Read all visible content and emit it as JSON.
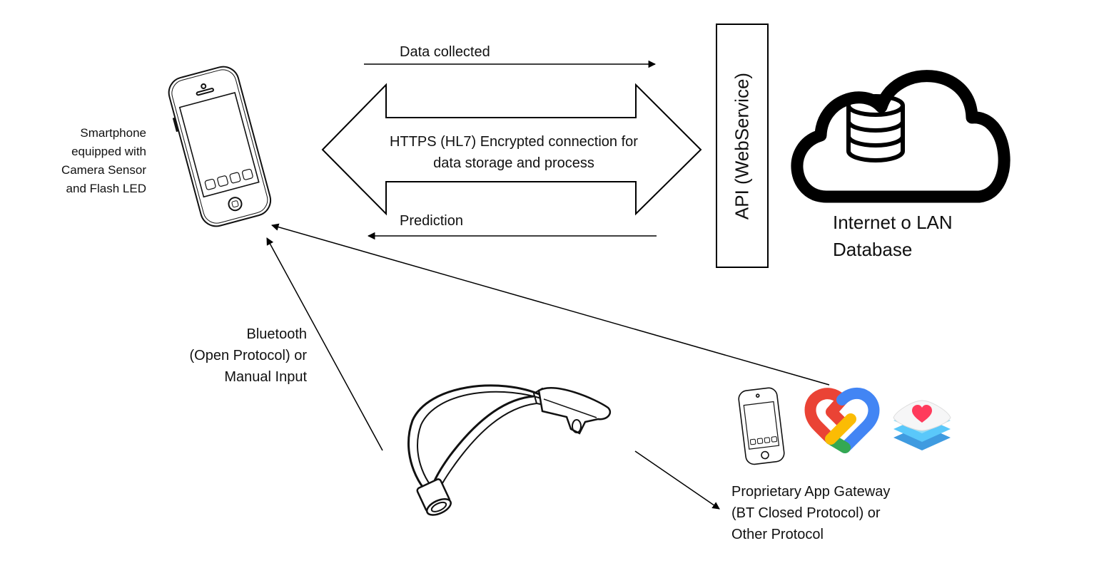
{
  "smartphone": {
    "lines": [
      "Smartphone",
      "equipped with",
      "Camera Sensor",
      "and Flash LED"
    ]
  },
  "arrows": {
    "data_collected": "Data collected",
    "prediction": "Prediction",
    "https_lines": [
      "HTTPS (HL7) Encrypted connection for",
      "data storage and process"
    ]
  },
  "api": {
    "label": "API (WebService)"
  },
  "cloud": {
    "lines": [
      "Internet o LAN",
      "Database"
    ]
  },
  "bluetooth": {
    "lines": [
      "Bluetooth",
      "(Open Protocol) or",
      "Manual Input"
    ]
  },
  "gateway": {
    "lines": [
      "Proprietary App Gateway",
      "(BT Closed Protocol) or",
      "Other Protocol"
    ]
  },
  "icons": {
    "phone": "smartphone-icon",
    "cloud": "cloud-database-icon",
    "sensor": "pulse-oximeter-sensor-icon",
    "small_phone": "smartphone-icon",
    "google_fit": "google-fit-heart-icon",
    "apple_health": "apple-health-icon"
  },
  "colors": {
    "google_red": "#ea4335",
    "google_yellow": "#fbbc04",
    "google_green": "#34a853",
    "google_blue": "#4285f4",
    "health_heart": "#ff3b5c",
    "health_layer": "#5ac8fa"
  }
}
